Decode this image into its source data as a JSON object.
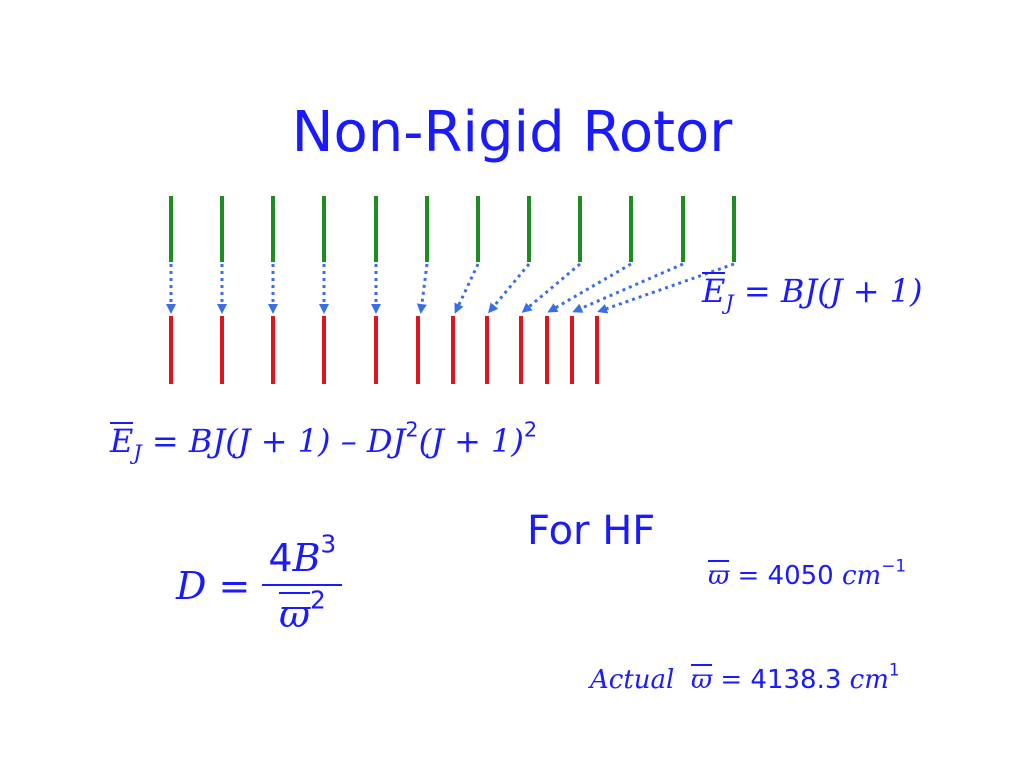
{
  "title": "Non-Rigid Rotor",
  "colors": {
    "text": "#1a1aff",
    "upper_levels": "#1e8c1e",
    "lower_levels": "#e0141e",
    "arrows": "#3a6ee8"
  },
  "diagram": {
    "level_count": 12
  },
  "equations": {
    "rigid": {
      "lhs": "E",
      "sub": "J",
      "rhs": "= BJ(J + 1)"
    },
    "nonrigid": {
      "lhs": "E",
      "sub": "J",
      "rhs_a": "= BJ(J + 1) – DJ",
      "exp_a": "2",
      "rhs_b": "(J + 1)",
      "exp_b": "2"
    },
    "d": {
      "lhs": "D =",
      "num_coeff": "4",
      "num_var": "B",
      "num_exp": "3",
      "den_var": "ϖ",
      "den_exp": "2"
    }
  },
  "for_hf": "For HF",
  "omega": {
    "symbol": "ϖ",
    "equals": "=",
    "value": "4050",
    "unit": "cm",
    "unit_exp": "−1"
  },
  "actual": {
    "label": "Actual",
    "symbol": "ϖ",
    "equals": "=",
    "value": "4138.3",
    "unit": "cm",
    "unit_exp": "1"
  }
}
